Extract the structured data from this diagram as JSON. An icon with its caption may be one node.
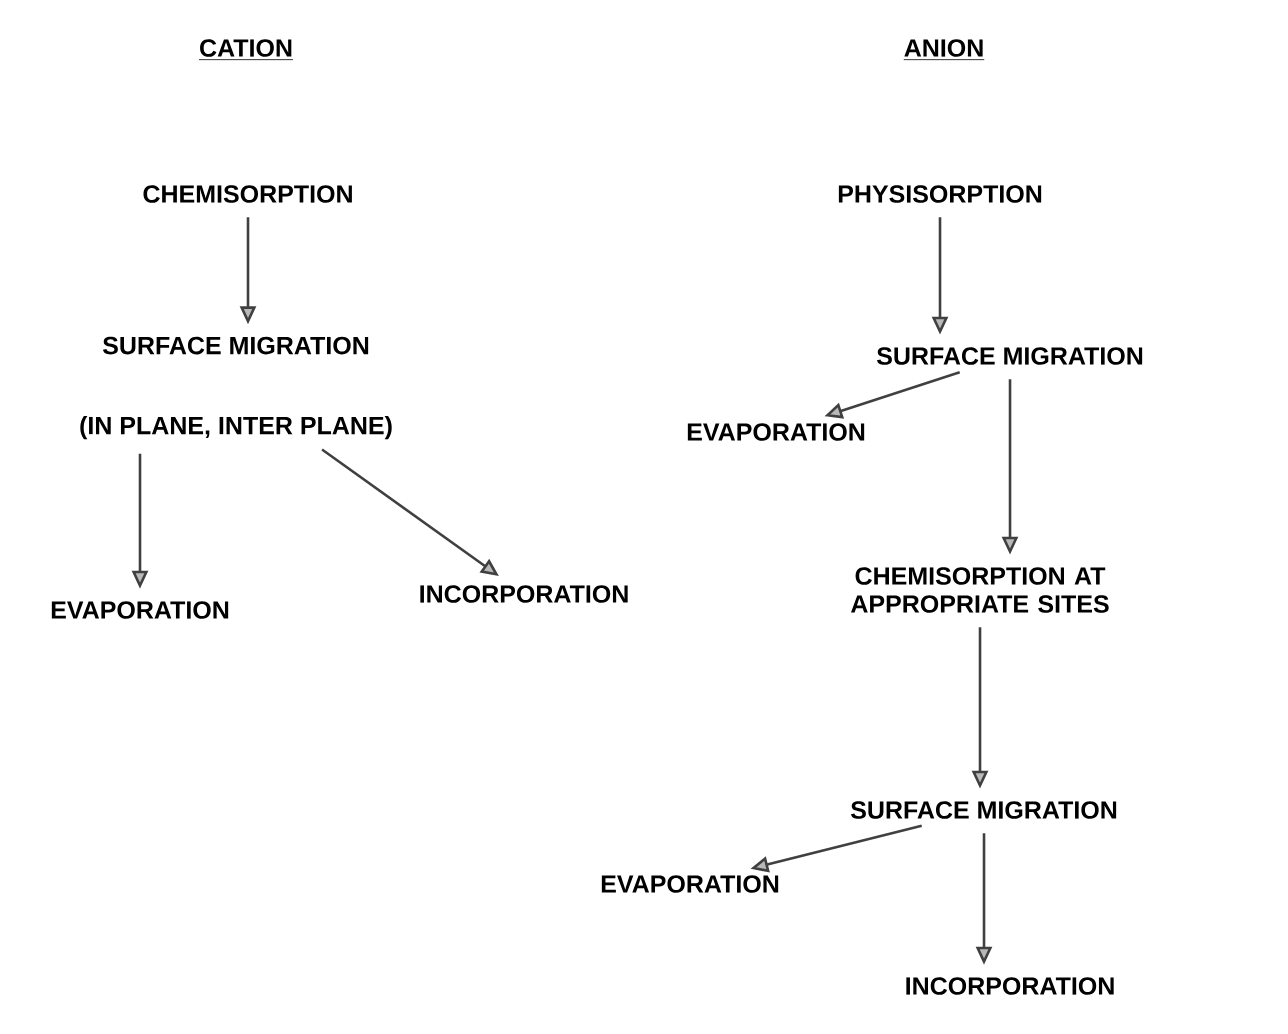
{
  "diagram": {
    "nodes": [
      {
        "text": [
          "CHEMISORPTION"
        ]
      },
      {
        "text": [
          "SURFACE MIGRATION",
          "(IN PLANE, INTER PLANE)"
        ]
      },
      {
        "text": [
          "EVAPORATION"
        ]
      },
      {
        "text": [
          "INCORPORATION"
        ]
      },
      {
        "text": [
          "PHYSISORPTION"
        ]
      },
      {
        "text": [
          "SURFACE MIGRATION"
        ]
      },
      {
        "text": [
          "EVAPORATION"
        ]
      },
      {
        "text": [
          "CHEMISORPTION AT APPROPRIATE SITES"
        ]
      },
      {
        "text": [
          "SURFACE MIGRATION"
        ]
      },
      {
        "text": [
          "EVAPORATION"
        ]
      },
      {
        "text": [
          "INCORPORATION"
        ]
      }
    ],
    "edges": [
      {
        "from": 0,
        "to": 1,
        "arrow": "to"
      },
      {
        "from": 1,
        "to": 2,
        "arrow": "to"
      },
      {
        "from": 1,
        "to": 3,
        "arrow": "to"
      },
      {
        "from": 4,
        "to": 5,
        "arrow": "to"
      },
      {
        "from": 5,
        "to": 6,
        "arrow": "to"
      },
      {
        "from": 5,
        "to": 7,
        "arrow": "to"
      },
      {
        "from": 7,
        "to": 8,
        "arrow": "to"
      },
      {
        "from": 8,
        "to": 9,
        "arrow": "to"
      },
      {
        "from": 8,
        "to": 10,
        "arrow": "to"
      }
    ],
    "labels": [
      "CATION",
      "ANION"
    ]
  }
}
